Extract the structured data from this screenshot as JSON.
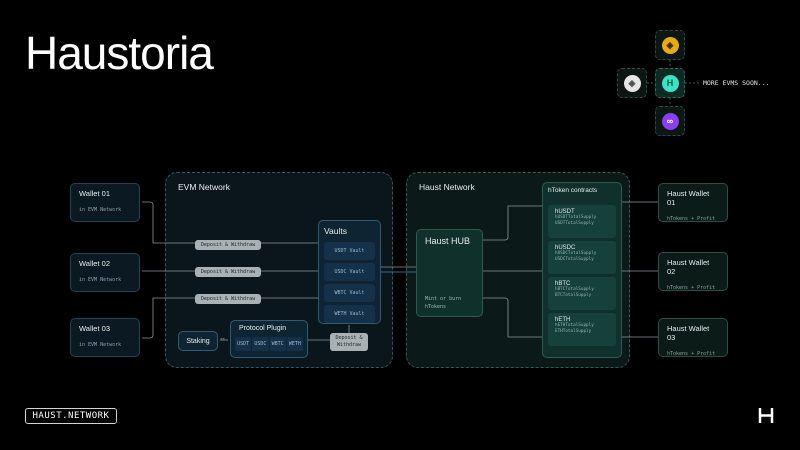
{
  "title": "Haustoria",
  "chains": {
    "more_text": "MORE EVMS SOON...",
    "icons": [
      "bnb-icon",
      "ethereum-icon",
      "haust-icon",
      "polygon-icon"
    ]
  },
  "wallets": [
    {
      "name": "Wallet 01",
      "sub": "in EVM  Network"
    },
    {
      "name": "Wallet 02",
      "sub": "in EVM  Network"
    },
    {
      "name": "Wallet 03",
      "sub": "in EVM  Network"
    }
  ],
  "evm": {
    "label": "EVM Network",
    "deposit_withdraw": "Deposit & Withdraw",
    "vaults_title": "Vaults",
    "vaults": [
      "USDT Vault",
      "USDC Vault",
      "WBTC Vault",
      "WETH Vault"
    ],
    "staking": "Staking",
    "plugin_title": "Protocol Plugin",
    "plugin_tokens": [
      "USDT",
      "USDC",
      "WBTC",
      "WETH"
    ],
    "plugin_deposit": "Deposit & Withdraw"
  },
  "haust": {
    "label": "Haust Network",
    "hub_title": "Haust HUB",
    "hub_sub": "Mint or burn hTokens",
    "htoken_title": "hToken contracts",
    "htokens": [
      {
        "name": "hUSDT",
        "l1": "hUSDTTotalSupply",
        "l2": "USDTTotalSupply"
      },
      {
        "name": "hUSDC",
        "l1": "hUSDCTotalSupply",
        "l2": "USDCTotalSupply"
      },
      {
        "name": "hBTC",
        "l1": "hBTCTotalSupply",
        "l2": "BTCTotalSupply"
      },
      {
        "name": "hETH",
        "l1": "hETHTotalSupply",
        "l2": "ETHTotalSupply"
      }
    ]
  },
  "haust_wallets": [
    {
      "name": "Haust Wallet 01",
      "sub": "hTokens + Profit"
    },
    {
      "name": "Haust Wallet 02",
      "sub": "hTokens + Profit"
    },
    {
      "name": "Haust Wallet 03",
      "sub": "hTokens + Profit"
    }
  ],
  "footer": {
    "badge": "HAUST.NETWORK"
  }
}
